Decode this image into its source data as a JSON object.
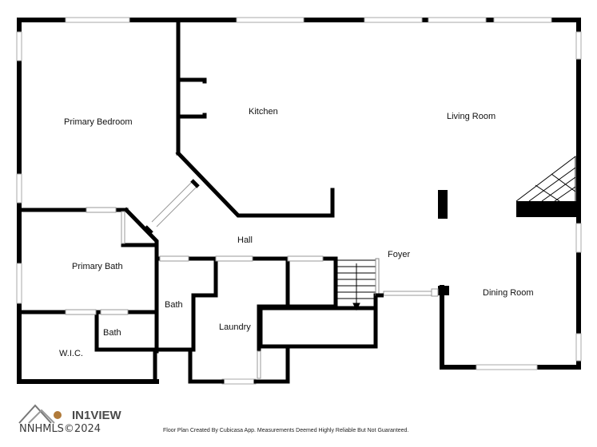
{
  "rooms": {
    "primary_bedroom": "Primary Bedroom",
    "kitchen": "Kitchen",
    "living_room": "Living Room",
    "hall": "Hall",
    "foyer": "Foyer",
    "primary_bath": "Primary Bath",
    "bath_1": "Bath",
    "bath_2": "Bath",
    "laundry": "Laundry",
    "wic": "W.I.C.",
    "dining_room": "Dining Room"
  },
  "footer": "Floor Plan Created By Cubicasa App. Measurements Deemed Highly Reliable But Not Guaranteed.",
  "logo": {
    "brand": "IN1VIEW",
    "prefix": "NNHMLS©2024"
  },
  "colors": {
    "wall": "#000000",
    "window": "#ffffff",
    "window_line": "#999999"
  }
}
